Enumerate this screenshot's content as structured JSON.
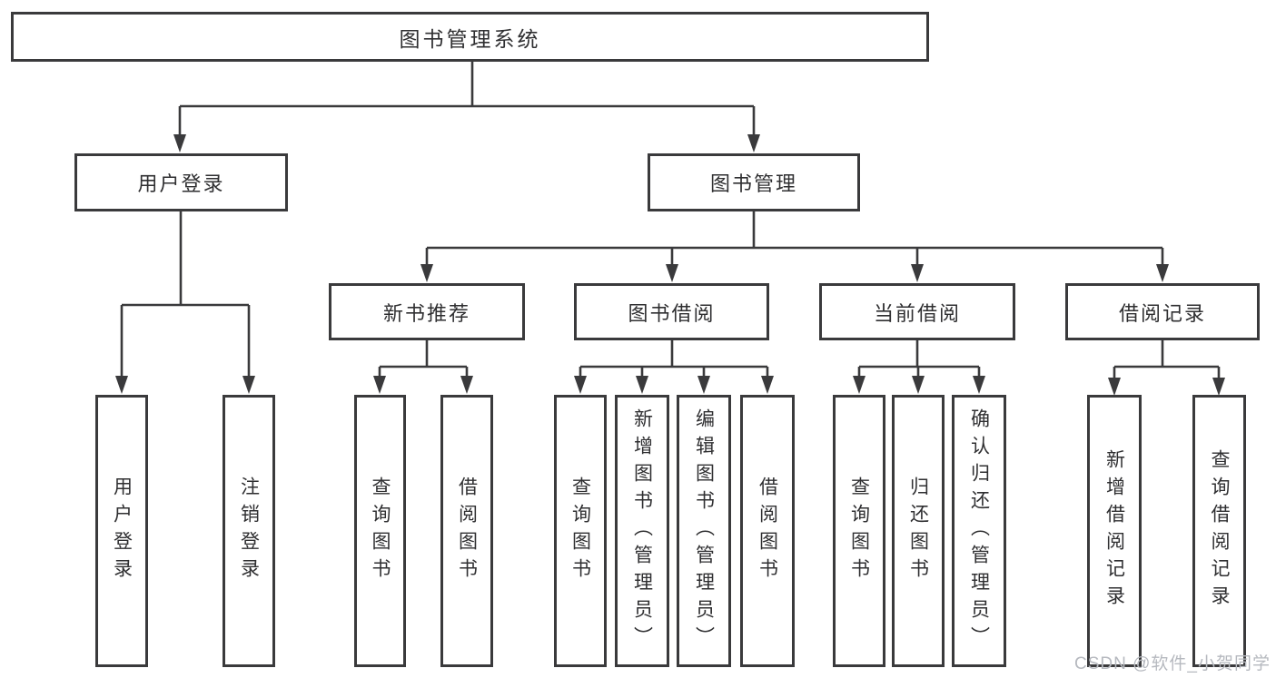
{
  "tree": {
    "label": "图书管理系统",
    "children": [
      {
        "label": "用户登录",
        "children": [
          {
            "label": "用户登录"
          },
          {
            "label": "注销登录"
          }
        ]
      },
      {
        "label": "图书管理",
        "children": [
          {
            "label": "新书推荐",
            "children": [
              {
                "label": "查询图书"
              },
              {
                "label": "借阅图书"
              }
            ]
          },
          {
            "label": "图书借阅",
            "children": [
              {
                "label": "查询图书"
              },
              {
                "label": "新增图书（管理员）"
              },
              {
                "label": "编辑图书（管理员）"
              },
              {
                "label": "借阅图书"
              }
            ]
          },
          {
            "label": "当前借阅",
            "children": [
              {
                "label": "查询图书"
              },
              {
                "label": "归还图书"
              },
              {
                "label": "确认归还（管理员）"
              }
            ]
          },
          {
            "label": "借阅记录",
            "children": [
              {
                "label": "新增借阅记录"
              },
              {
                "label": "查询借阅记录"
              }
            ]
          }
        ]
      }
    ]
  },
  "watermark": {
    "text": "CSDN @软件_小贺同学"
  },
  "colors": {
    "line": "#3a3a3c",
    "box_border": "#3a3a3c",
    "text": "#2f2f31",
    "watermark": "#b6b9bf",
    "background": "#ffffff"
  }
}
